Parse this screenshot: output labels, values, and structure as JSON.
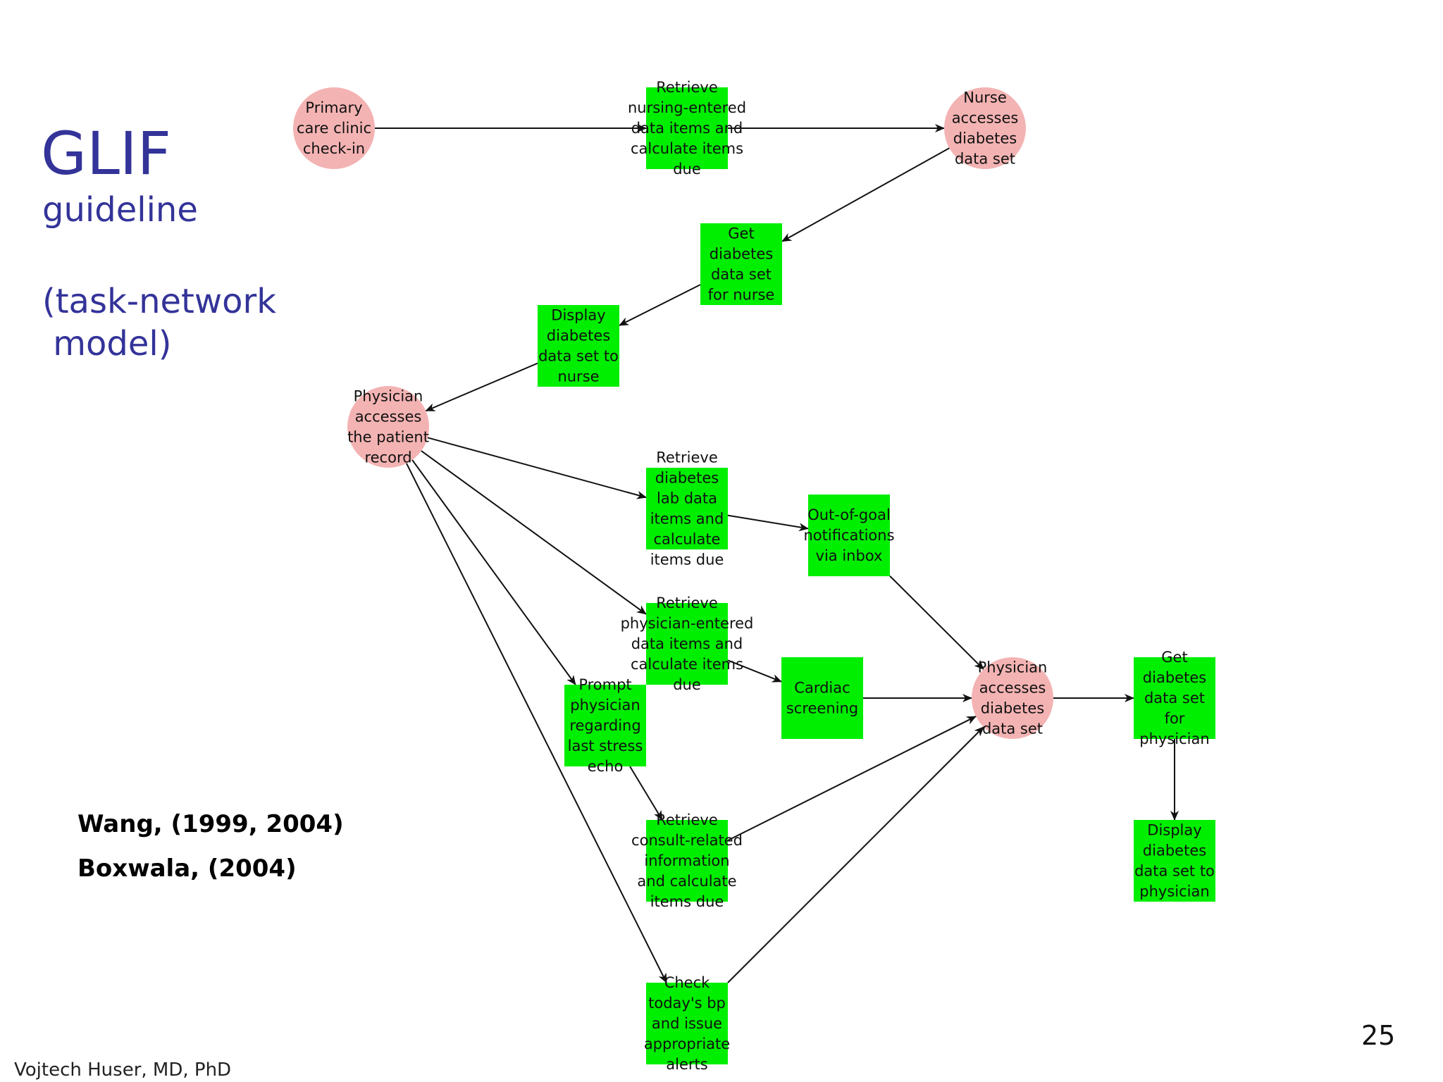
{
  "slide": {
    "title": "GLIF",
    "subtitle": "guideline",
    "note_line1": "(task-network",
    "note_line2": " model)",
    "references": [
      "Wang, (1999, 2004)",
      "Boxwala, (2004)"
    ],
    "author": "Vojtech Huser, MD, PhD",
    "page_number": "25"
  },
  "colors": {
    "title": "#333399",
    "task_fill": "#00ee00",
    "event_fill": "#f4b3b3"
  },
  "diagram": {
    "nodes": [
      {
        "id": "n1",
        "shape": "circle",
        "lines": [
          "Primary",
          "care clinic",
          "check-in"
        ]
      },
      {
        "id": "n2",
        "shape": "rect",
        "lines": [
          "Retrieve",
          "nursing-entered",
          "data items and",
          "calculate items",
          "due"
        ]
      },
      {
        "id": "n3",
        "shape": "circle",
        "lines": [
          "Nurse",
          "accesses",
          "diabetes",
          "data set"
        ]
      },
      {
        "id": "n4",
        "shape": "rect",
        "lines": [
          "Get",
          "diabetes",
          "data set",
          "for nurse"
        ]
      },
      {
        "id": "n5",
        "shape": "rect",
        "lines": [
          "Display",
          "diabetes",
          "data set to",
          "nurse"
        ]
      },
      {
        "id": "n6",
        "shape": "circle",
        "lines": [
          "Physician",
          "accesses",
          "the patient",
          "record"
        ]
      },
      {
        "id": "n7",
        "shape": "rect",
        "lines": [
          "Retrieve",
          "diabetes",
          "lab data",
          "items and",
          "calculate",
          "items due"
        ]
      },
      {
        "id": "n8",
        "shape": "rect",
        "lines": [
          "Out-of-goal",
          "notifications",
          "via inbox"
        ]
      },
      {
        "id": "n9",
        "shape": "rect",
        "lines": [
          "Retrieve",
          "physician-entered",
          "data items and",
          "calculate items",
          "due"
        ]
      },
      {
        "id": "n10",
        "shape": "rect",
        "lines": [
          "Cardiac",
          "screening"
        ]
      },
      {
        "id": "n11",
        "shape": "rect",
        "lines": [
          "Prompt",
          "physician",
          "regarding",
          "last stress",
          "echo"
        ]
      },
      {
        "id": "n12",
        "shape": "circle",
        "lines": [
          "Physician",
          "accesses",
          "diabetes",
          "data set"
        ]
      },
      {
        "id": "n13",
        "shape": "rect",
        "lines": [
          "Get",
          "diabetes",
          "data set",
          "for",
          "physician"
        ]
      },
      {
        "id": "n14",
        "shape": "rect",
        "lines": [
          "Display",
          "diabetes",
          "data set to",
          "physician"
        ]
      },
      {
        "id": "n15",
        "shape": "rect",
        "lines": [
          "Retrieve",
          "consult-related",
          "information",
          "and calculate",
          "items due"
        ]
      },
      {
        "id": "n16",
        "shape": "rect",
        "lines": [
          "Check",
          "today's bp",
          "and issue",
          "appropriate",
          "alerts"
        ]
      }
    ],
    "edges": [
      [
        "n1",
        "n2"
      ],
      [
        "n2",
        "n3"
      ],
      [
        "n3",
        "n4"
      ],
      [
        "n4",
        "n5"
      ],
      [
        "n5",
        "n6"
      ],
      [
        "n6",
        "n7"
      ],
      [
        "n6",
        "n9"
      ],
      [
        "n6",
        "n11"
      ],
      [
        "n6",
        "n16"
      ],
      [
        "n7",
        "n8"
      ],
      [
        "n8",
        "n12"
      ],
      [
        "n9",
        "n10"
      ],
      [
        "n10",
        "n12"
      ],
      [
        "n11",
        "n15"
      ],
      [
        "n15",
        "n12"
      ],
      [
        "n16",
        "n12"
      ],
      [
        "n12",
        "n13"
      ],
      [
        "n13",
        "n14"
      ]
    ]
  }
}
